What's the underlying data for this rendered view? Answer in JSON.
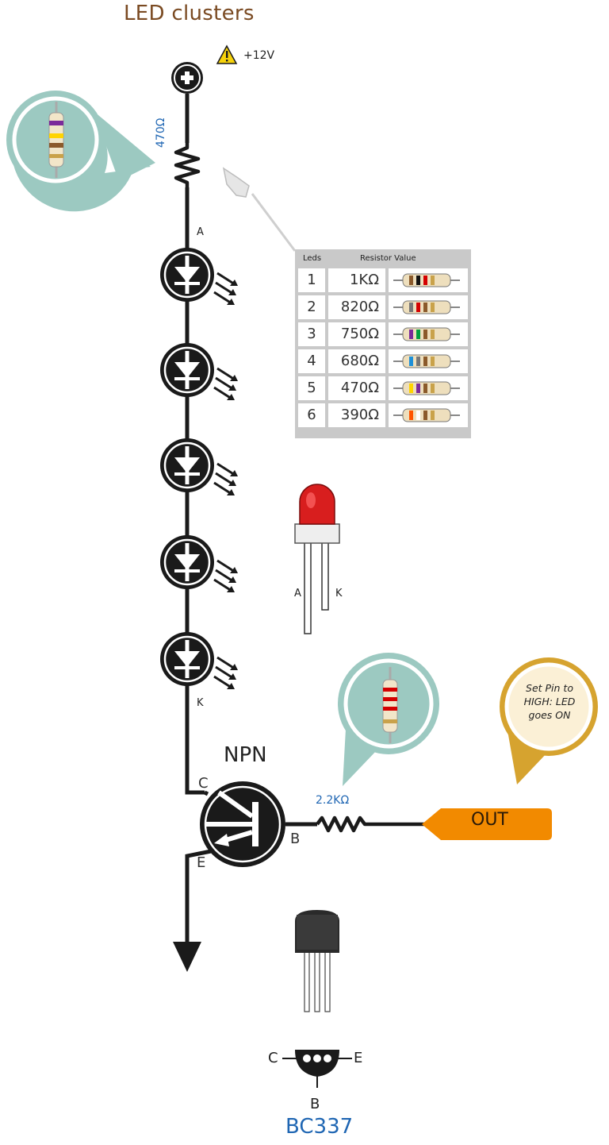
{
  "title": "LED clusters",
  "supply": {
    "label": "+12V"
  },
  "resistor_main": {
    "value": "470Ω"
  },
  "led_anode_label": "A",
  "led_cathode_label": "K",
  "led_part": {
    "anode": "A",
    "cathode": "K"
  },
  "table": {
    "header_leds": "Leds",
    "header_value": "Resistor Value",
    "rows": [
      {
        "leds": "1",
        "value": "1KΩ",
        "bands": [
          "#8b5a2b",
          "#111111",
          "#d40000",
          "#c9a24a"
        ]
      },
      {
        "leds": "2",
        "value": "820Ω",
        "bands": [
          "#777777",
          "#d40000",
          "#8b5a2b",
          "#c9a24a"
        ]
      },
      {
        "leds": "3",
        "value": "750Ω",
        "bands": [
          "#7b2a9a",
          "#00a040",
          "#8b5a2b",
          "#c9a24a"
        ]
      },
      {
        "leds": "4",
        "value": "680Ω",
        "bands": [
          "#1e90d8",
          "#777777",
          "#8b5a2b",
          "#c9a24a"
        ]
      },
      {
        "leds": "5",
        "value": "470Ω",
        "bands": [
          "#ffd400",
          "#7b2a9a",
          "#8b5a2b",
          "#c9a24a"
        ]
      },
      {
        "leds": "6",
        "value": "390Ω",
        "bands": [
          "#ff5500",
          "#ffffff",
          "#8b5a2b",
          "#c9a24a"
        ]
      }
    ]
  },
  "transistor": {
    "type_label": "NPN",
    "collector": "C",
    "base": "B",
    "emitter": "E",
    "base_resistor": "2.2KΩ"
  },
  "output": {
    "label": "OUT"
  },
  "callout_gold": {
    "text": "Set Pin to HIGH: LED goes ON"
  },
  "pinout": {
    "c": "C",
    "e": "E",
    "b": "B",
    "part": "BC337"
  },
  "colors": {
    "title": "#7a4a22",
    "value_blue": "#1f66b3",
    "teal": "#9cc9c1",
    "gold": "#d6a32f",
    "out_orange": "#f28a00"
  },
  "icons": [
    "warning-icon",
    "plus-icon",
    "led-symbol-icon",
    "resistor-icon",
    "ground-arrow-icon",
    "pointing-hand-icon"
  ]
}
